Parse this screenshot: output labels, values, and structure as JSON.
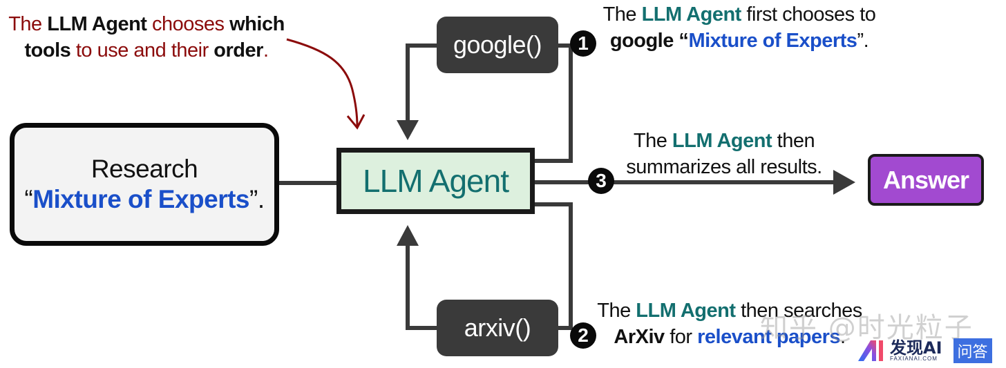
{
  "annotation": {
    "line1": [
      {
        "text": "The ",
        "style": "red"
      },
      {
        "text": "LLM Agent",
        "style": "bold"
      },
      {
        "text": " chooses ",
        "style": "red"
      },
      {
        "text": "which",
        "style": "bold"
      }
    ],
    "line2": [
      {
        "text": "tools",
        "style": "bold"
      },
      {
        "text": " to use and their ",
        "style": "red"
      },
      {
        "text": "order",
        "style": "bold"
      },
      {
        "text": ".",
        "style": "red"
      }
    ]
  },
  "research_box": {
    "line1": "Research",
    "open_quote": "“",
    "query": "Mixture of Experts",
    "close_quote": "”."
  },
  "agent_box": {
    "label": "LLM Agent"
  },
  "tools": {
    "google": "google()",
    "arxiv": "arxiv()"
  },
  "steps": {
    "step1": {
      "badge": "1",
      "line1": {
        "pre": "The ",
        "agent": "LLM Agent",
        "post": " first chooses to"
      },
      "line2": {
        "pre": "google “",
        "query": "Mixture of Experts",
        "post": "”."
      }
    },
    "step2": {
      "badge": "2",
      "line1": {
        "pre": "The ",
        "agent": "LLM Agent",
        "post": " then searches"
      },
      "line2": {
        "pre": "ArXiv",
        "mid": " for ",
        "query": "relevant papers",
        "post": "."
      }
    },
    "step3": {
      "badge": "3",
      "line1": {
        "pre": "The ",
        "agent": "LLM Agent",
        "post": " then"
      },
      "line2": {
        "text": "summarizes all results."
      }
    }
  },
  "answer_box": {
    "label": "Answer"
  },
  "watermark": {
    "text": "知乎 @时光粒子",
    "brand": "发现AI",
    "brand_sub": "FAXIANAI.COM",
    "qa": "问答"
  },
  "colors": {
    "agent_teal": "#136f6f",
    "query_blue": "#1a4fc9",
    "annotation_red": "#8b0b0b",
    "answer_purple": "#a24ad0",
    "agent_fill": "#ddf0de",
    "tool_fill": "#3a3a3a"
  }
}
